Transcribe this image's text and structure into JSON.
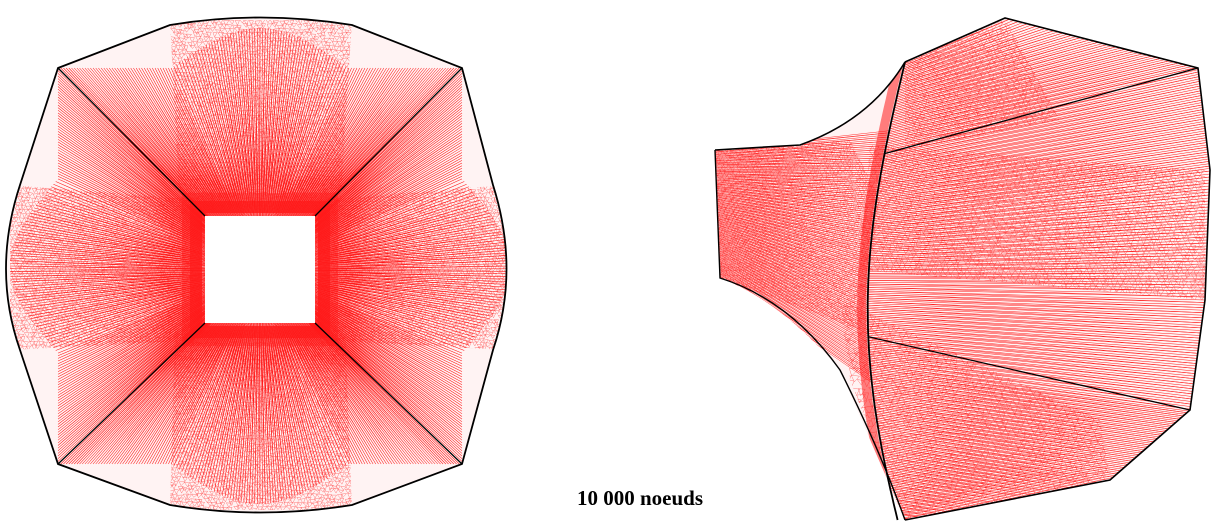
{
  "caption": "10 000 noeuds",
  "colors": {
    "mesh": "#ff1a1a",
    "mesh_light": "#ff6b6b",
    "outline": "#000000",
    "background": "#ffffff"
  },
  "figures": [
    {
      "name": "mesh-front-view",
      "view": "front"
    },
    {
      "name": "mesh-perspective-view",
      "view": "perspective"
    }
  ]
}
